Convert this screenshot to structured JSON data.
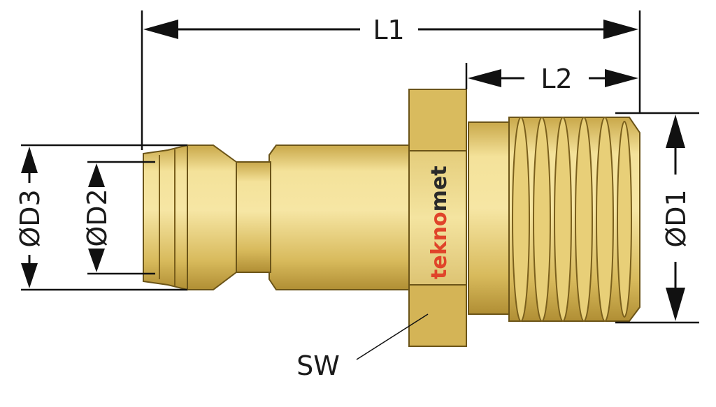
{
  "labels": {
    "L1": "L1",
    "L2": "L2",
    "D1": "ØD1",
    "D2": "ØD2",
    "D3": "ØD3",
    "SW": "SW"
  },
  "brand": {
    "part1": "tekno",
    "part2": "met",
    "color1": "#e0442a",
    "color2": "#2a2a2a"
  },
  "colors": {
    "brass_light": "#f2dc8c",
    "brass_mid": "#dcc060",
    "brass_dark": "#a8862c",
    "outline": "#6b5418",
    "dimension": "#111111"
  }
}
